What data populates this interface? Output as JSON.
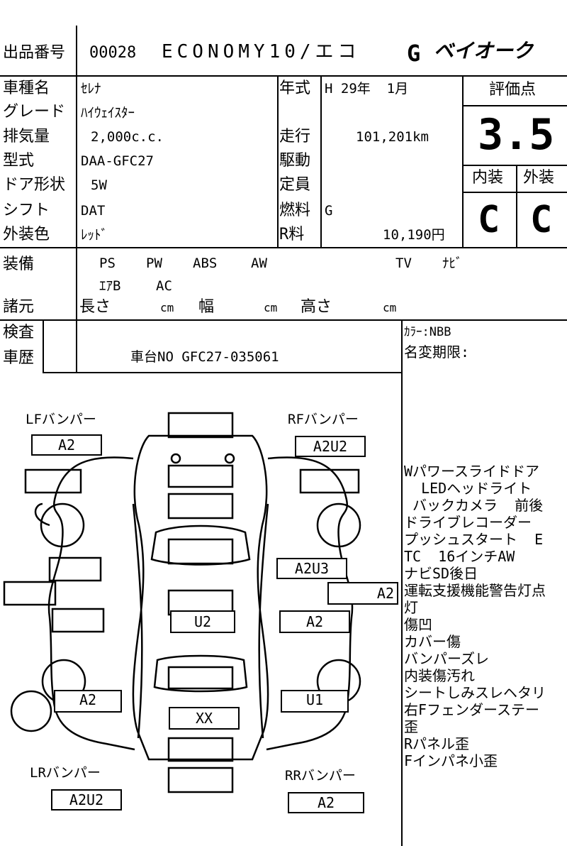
{
  "header": {
    "lot_label": "出品番号",
    "lot_no": "00028",
    "venue": "ECONOMY10/エコ",
    "brand": "ベイオーク"
  },
  "fields": {
    "car_name_label": "車種名",
    "car_name": "ｾﾚﾅ",
    "grade_label": "グレード",
    "grade": "ﾊｲｳｪｲｽﾀｰ",
    "displacement_label": "排気量",
    "displacement": "2,000c.c.",
    "model_label": "型式",
    "model": "DAA-GFC27",
    "door_label": "ドア形状",
    "door": "5W",
    "shift_label": "シフト",
    "shift": "DAT",
    "color_label": "外装色",
    "color": "ﾚｯﾄﾞ",
    "year_label": "年式",
    "year": "H 29年  1月",
    "mileage_label": "走行",
    "mileage": "101,201km",
    "drive_label": "駆動",
    "drive": "",
    "capacity_label": "定員",
    "capacity": "",
    "fuel_label": "燃料",
    "fuel": "G",
    "fee_label": "R料",
    "fee": "10,190円"
  },
  "scores": {
    "score_label": "評価点",
    "score": "3.5",
    "interior_label": "内装",
    "exterior_label": "外装",
    "interior": "C",
    "exterior": "C"
  },
  "equipment": {
    "label": "装備",
    "items_row1": [
      "PS",
      "PW",
      "ABS",
      "AW",
      "TV",
      "ﾅﾋﾞ"
    ],
    "items_row2": [
      "ｴｱB",
      "AC"
    ]
  },
  "specs": {
    "label": "諸元",
    "length_label": "長さ",
    "width_label": "幅",
    "height_label": "高さ",
    "unit": "cm"
  },
  "inspection": {
    "label1": "検査",
    "label2": "車歴",
    "chassis": "車台NO GFC27-035061",
    "color_code": "ｶﾗｰ:NBB",
    "name_change": "名変期限:"
  },
  "diagram": {
    "lf_bumper_label": "LFバンパー",
    "lf_bumper": "A2",
    "rf_bumper_label": "RFバンパー",
    "rf_bumper": "A2U2",
    "lr_bumper_label": "LRバンパー",
    "lr_bumper": "A2U2",
    "rr_bumper_label": "RRバンパー",
    "rr_bumper": "A2",
    "right_front_door": "A2U3",
    "right_side": "A2",
    "right_rear_door": "A2",
    "center_roof": "U2",
    "left_rear": "A2",
    "right_rear": "U1",
    "rear_center": "XX"
  },
  "remarks": [
    "Wパワースライドドア",
    "  LEDヘッドライト",
    " バックカメラ  前後",
    "ドライブレコーダー",
    "プッシュスタート  E",
    "TC  16インチAW",
    "ナビSD後日",
    "運転支援機能警告灯点",
    "灯",
    "傷凹",
    "カバー傷",
    "バンパーズレ",
    "内装傷汚れ",
    "シートしみスレヘタリ",
    "右Fフェンダーステー",
    "歪",
    "Rパネル歪",
    "Fインパネ小歪"
  ]
}
